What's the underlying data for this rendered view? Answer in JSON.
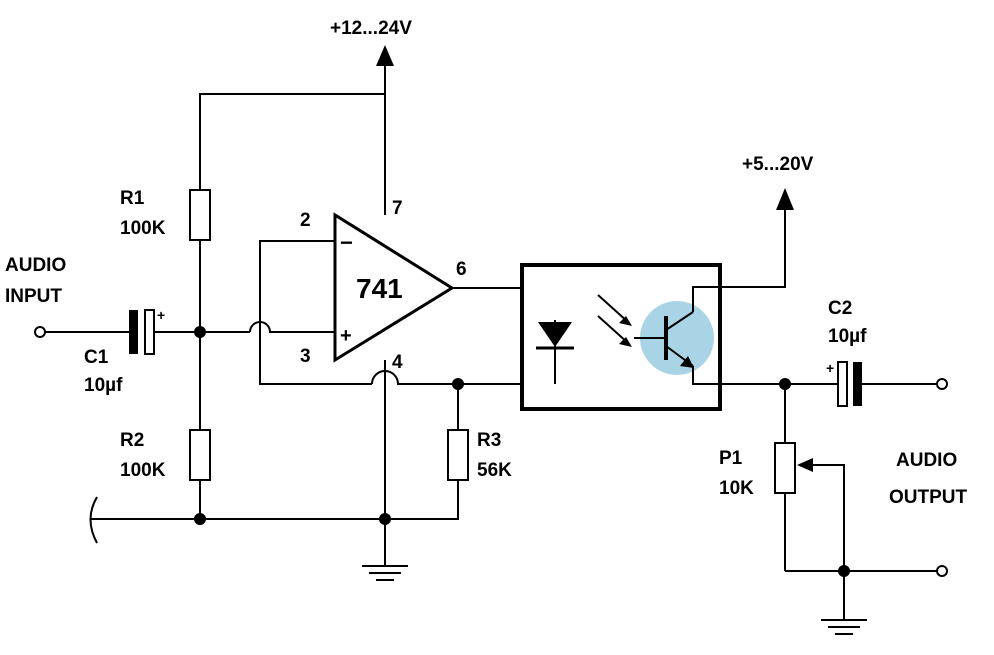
{
  "supply_opamp": "+12...24V",
  "supply_opto": "+5...20V",
  "opamp": {
    "label": "741",
    "pin_inverting": "2",
    "pin_noninverting": "3",
    "pin_vplus": "7",
    "pin_vminus": "4",
    "pin_output": "6",
    "minus_sign": "−",
    "plus_sign": "+"
  },
  "r1": {
    "name": "R1",
    "value": "100K"
  },
  "r2": {
    "name": "R2",
    "value": "100K"
  },
  "r3": {
    "name": "R3",
    "value": "56K"
  },
  "c1": {
    "name": "C1",
    "value": "10µf",
    "polarity": "+"
  },
  "c2": {
    "name": "C2",
    "value": "10µf",
    "polarity": "+"
  },
  "p1": {
    "name": "P1",
    "value": "10K"
  },
  "audio_input": {
    "line1": "AUDIO",
    "line2": "INPUT"
  },
  "audio_output": {
    "line1": "AUDIO",
    "line2": "OUTPUT"
  },
  "colors": {
    "phototransistor_highlight": "#a9d4e6",
    "ink": "#000000"
  }
}
